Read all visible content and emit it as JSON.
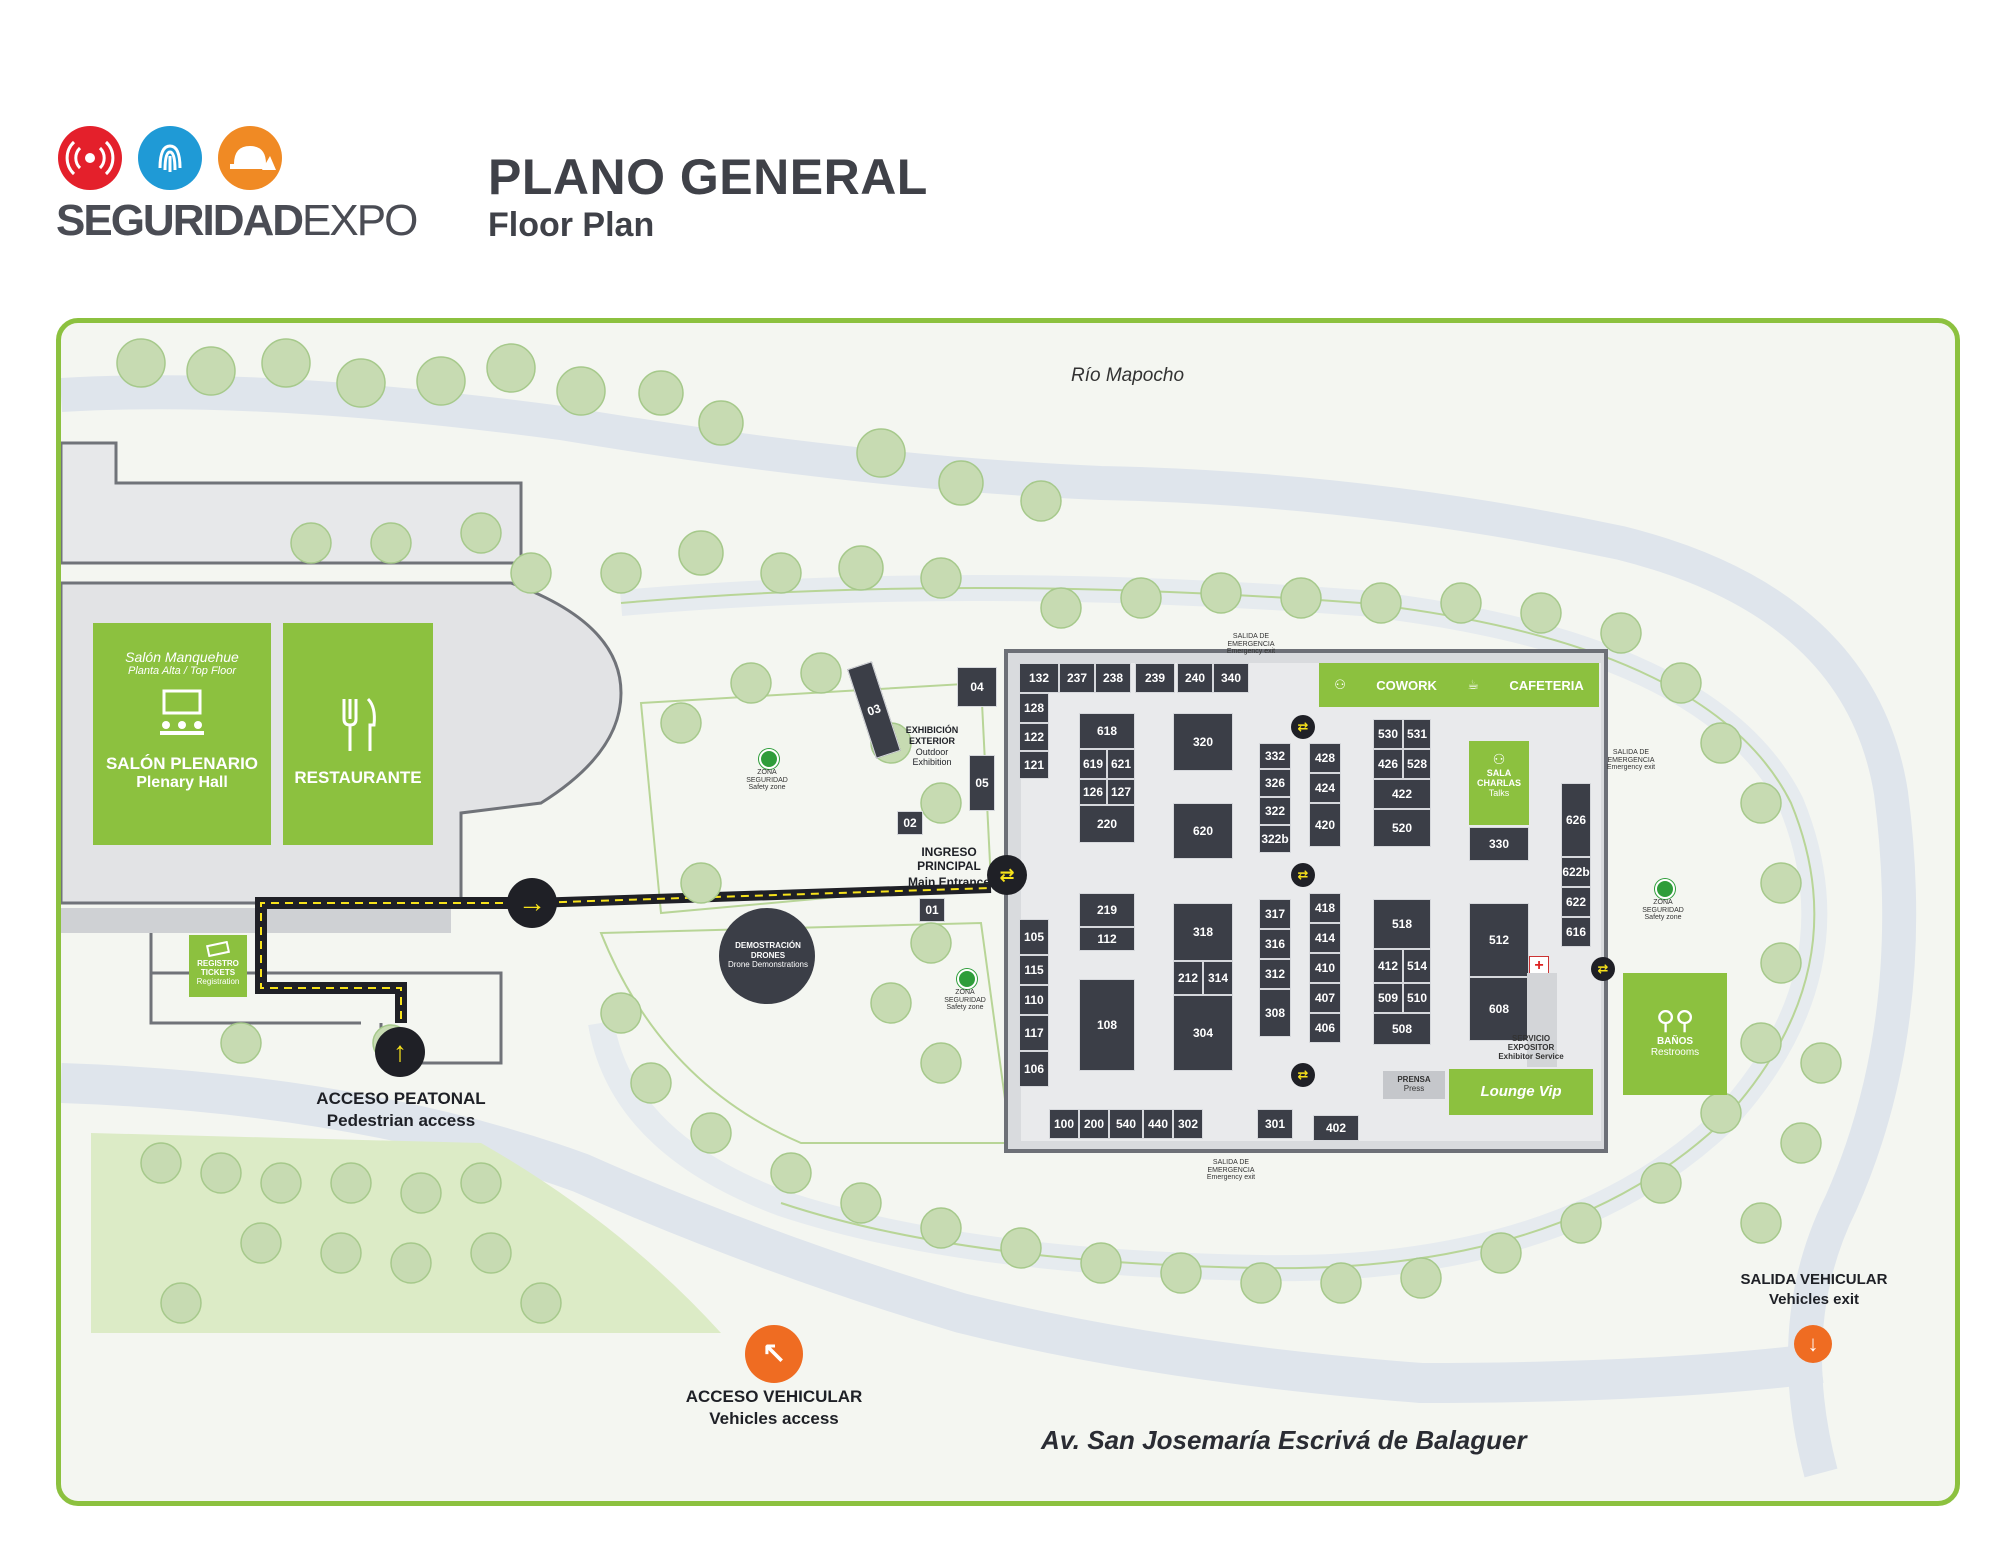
{
  "header": {
    "logo_word_bold": "SEGURIDAD",
    "logo_word_light": "EXPO",
    "title": "PLANO GENERAL",
    "subtitle": "Floor Plan"
  },
  "colors": {
    "accent_green": "#8cc13f",
    "dark": "#3b3e47",
    "orange": "#ef6c22",
    "yellow": "#f7e21b",
    "logo_red": "#e4202b",
    "logo_blue": "#1f9ad6",
    "logo_orange": "#f08a24"
  },
  "icons": {
    "logo_1": "wireless-signal-icon",
    "logo_2": "fingerprint-icon",
    "logo_3": "hard-hat-icon"
  },
  "map": {
    "river_label": "Río Mapocho",
    "street_label": "Av. San Josemaría Escrivá de Balaguer",
    "salon_manquehue": "Salón Manquehue",
    "planta_alta": "Planta Alta / Top Floor",
    "salon_plenario": "SALÓN PLENARIO",
    "plenary_hall": "Plenary Hall",
    "restaurante": "RESTAURANTE",
    "registro": [
      "REGISTRO",
      "TICKETS",
      "Registration"
    ],
    "acceso_peatonal": "ACCESO PEATONAL",
    "pedestrian_access": "Pedestrian access",
    "acceso_vehicular": "ACCESO VEHICULAR",
    "vehicles_access": "Vehicles access",
    "salida_vehicular": "SALIDA VEHICULAR",
    "vehicles_exit": "Vehicles exit",
    "ingreso_principal": "INGRESO PRINCIPAL",
    "main_entrance": "Main Entrance",
    "exhibicion_exterior": [
      "EXHIBICIÓN",
      "EXTERIOR",
      "Outdoor",
      "Exhibition"
    ],
    "demostracion": [
      "DEMOSTRACIÓN",
      "DRONES",
      "Drone Demonstrations"
    ],
    "zona_seguridad": [
      "ZONA SEGURIDAD",
      "Safety zone"
    ],
    "salida_emergencia": [
      "SALIDA DE EMERGENCIA",
      "Emergency exit"
    ],
    "cowork": "COWORK",
    "cafeteria": "CAFETERIA",
    "sala_charlas": [
      "SALA",
      "CHARLAS",
      "Talks"
    ],
    "banos": [
      "BAÑOS",
      "Restrooms"
    ],
    "servicio_expositor": [
      "SERVICIO",
      "EXPOSITOR",
      "Exhibitor Service"
    ],
    "prensa": [
      "PRENSA",
      "Press"
    ],
    "lounge_vip": "Lounge Vip"
  },
  "booths": {
    "b04": "04",
    "b03": "03",
    "b05": "05",
    "b02": "02",
    "b01": "01",
    "b132": "132",
    "b237": "237",
    "b238": "238",
    "b239": "239",
    "b240": "240",
    "b340": "340",
    "b128": "128",
    "b122": "122",
    "b121": "121",
    "b618": "618",
    "b619": "619",
    "b621": "621",
    "b126": "126",
    "b127": "127",
    "b220": "220",
    "b320": "320",
    "b620": "620",
    "b332": "332",
    "b326": "326",
    "b322": "322",
    "b322b": "322b",
    "b428": "428",
    "b424": "424",
    "b420": "420",
    "b530": "530",
    "b531": "531",
    "b426": "426",
    "b528": "528",
    "b422": "422",
    "b520": "520",
    "b330": "330",
    "b626": "626",
    "b622b": "622b",
    "b622": "622",
    "b616": "616",
    "b105": "105",
    "b115": "115",
    "b110": "110",
    "b117": "117",
    "b106": "106",
    "b219": "219",
    "b112": "112",
    "b108": "108",
    "b318": "318",
    "b212": "212",
    "b314": "314",
    "b304": "304",
    "b317": "317",
    "b316": "316",
    "b312": "312",
    "b308": "308",
    "b418": "418",
    "b414": "414",
    "b410": "410",
    "b407": "407",
    "b406": "406",
    "b518": "518",
    "b412": "412",
    "b514": "514",
    "b509": "509",
    "b510": "510",
    "b508": "508",
    "b512": "512",
    "b608": "608",
    "b100": "100",
    "b200": "200",
    "b540": "540",
    "b440": "440",
    "b302": "302",
    "b301": "301",
    "b402": "402"
  }
}
